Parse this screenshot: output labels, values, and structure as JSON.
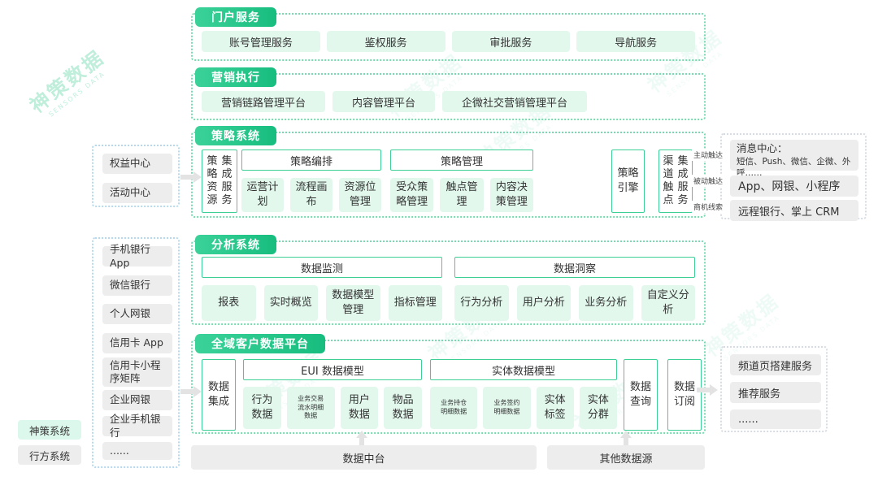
{
  "watermark": {
    "cn": "神策数据",
    "en": "SENSORS DATA"
  },
  "legend": {
    "sensors_label": "神策系统",
    "bank_label": "行方系统"
  },
  "left_top": {
    "items": [
      "权益中心",
      "活动中心"
    ]
  },
  "left_channels": {
    "items": [
      "手机银行 App",
      "微信银行",
      "个人网银",
      "信用卡 App",
      "信用卡小程序矩阵",
      "企业网银",
      "企业手机银行",
      "......"
    ]
  },
  "portal": {
    "badge": "门户服务",
    "items": [
      "账号管理服务",
      "鉴权服务",
      "审批服务",
      "导航服务"
    ]
  },
  "marketing": {
    "badge": "营销执行",
    "items": [
      "营销链路管理平台",
      "内容管理平台",
      "企微社交营销管理平台"
    ]
  },
  "strategy": {
    "badge": "策略系统",
    "left_vertical": {
      "col1": "策略资源",
      "col2": "集成服务"
    },
    "orchestration": {
      "header": "策略编排",
      "items": [
        "运营计划",
        "流程画布",
        "资源位管理"
      ]
    },
    "management": {
      "header": "策略管理",
      "items": [
        "受众策略管理",
        "触点管理",
        "内容决策管理"
      ]
    },
    "engine": "策略引擎",
    "right_vertical": {
      "col1": "渠道触点",
      "col2": "集成服务"
    },
    "reach_labels": [
      "主动触达",
      "被动触达",
      "商机线索"
    ]
  },
  "analysis": {
    "badge": "分析系统",
    "monitoring": {
      "header": "数据监测",
      "items": [
        "报表",
        "实时概览",
        "数据模型管理",
        "指标管理"
      ]
    },
    "insight": {
      "header": "数据洞察",
      "items": [
        "行为分析",
        "用户分析",
        "业务分析",
        "自定义分析"
      ]
    }
  },
  "cdp": {
    "badge": "全域客户数据平台",
    "integration": "数据集成",
    "eui_model": {
      "header": "EUI 数据模型",
      "items": [
        "行为数据",
        "业务交易流水明细数据",
        "用户数据",
        "物品数据"
      ]
    },
    "entity_model": {
      "header": "实体数据模型",
      "items": [
        "业务持仓明细数据",
        "业务签约明细数据",
        "实体标签",
        "实体分群"
      ]
    },
    "query": "数据查询",
    "subscribe": "数据订阅"
  },
  "touch_channels": {
    "items": [
      {
        "prefix": "消息中心：",
        "detail": "短信、Push、微信、企微、外呼……"
      },
      {
        "prefix": "App、网银、小程序",
        "detail": ""
      },
      {
        "prefix": "远程银行、掌上 CRM",
        "detail": ""
      }
    ]
  },
  "recommend_services": {
    "items": [
      "频道页搭建服务",
      "推荐服务",
      "......"
    ]
  },
  "bottom": {
    "data_platform": "数据中台",
    "other_sources": "其他数据源"
  },
  "colors": {
    "accent": "#2bc487",
    "dash_green": "#76dcb0",
    "pill_green": "#e2f8ed",
    "box_border": "#3ecf97",
    "gray_pill": "#ededed",
    "dash_blue": "#b5d9ee",
    "dash_gray": "#d6dce2",
    "legend_green": "#dcf7eb"
  }
}
